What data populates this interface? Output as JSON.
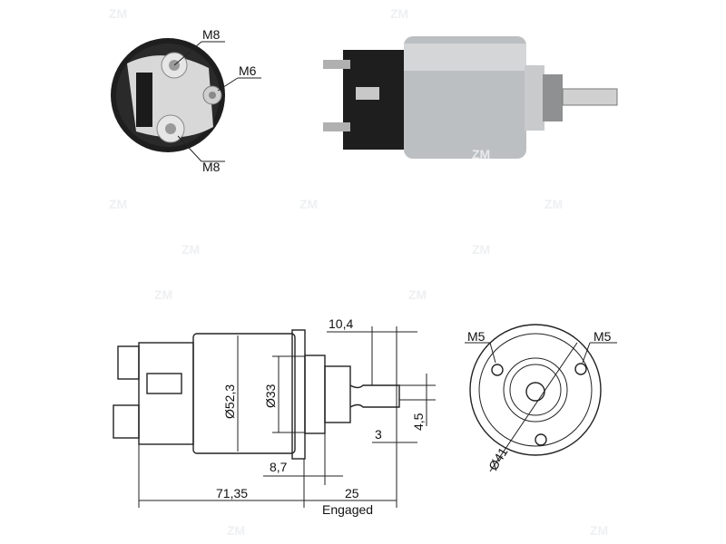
{
  "watermark": "ZM",
  "photo_end_view": {
    "labels": [
      "M8",
      "M6",
      "M8"
    ]
  },
  "photo_side_view": {
    "brand": "ZM"
  },
  "side_drawing": {
    "dim_total_body": "71,35",
    "dim_stroke": "25",
    "dim_stroke_note": "Engaged",
    "dim_body_dia": "Ø52,3",
    "dim_nose_dia": "Ø33",
    "dim_flange": "8,7",
    "dim_fork_len": "10,4",
    "dim_fork_width": "4,5",
    "dim_fork_end": "3"
  },
  "end_drawing": {
    "label_left": "M5",
    "label_right": "M5",
    "dim_bolt_circle": "Ø41"
  },
  "colors": {
    "line": "#222222",
    "housing": "#b9bcbf",
    "dark": "#1e1e1e"
  }
}
